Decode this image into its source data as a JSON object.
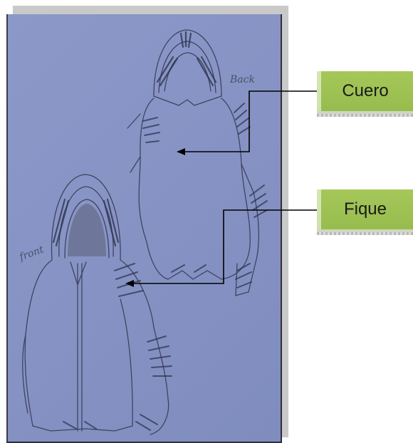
{
  "labels": {
    "cuero": "Cuero",
    "fique": "Fique"
  },
  "sketch": {
    "back_word": "Back",
    "front_word": "front"
  },
  "colors": {
    "label_fill": "#9cc152",
    "arrow": "#000000",
    "paper": "#8793c4"
  }
}
